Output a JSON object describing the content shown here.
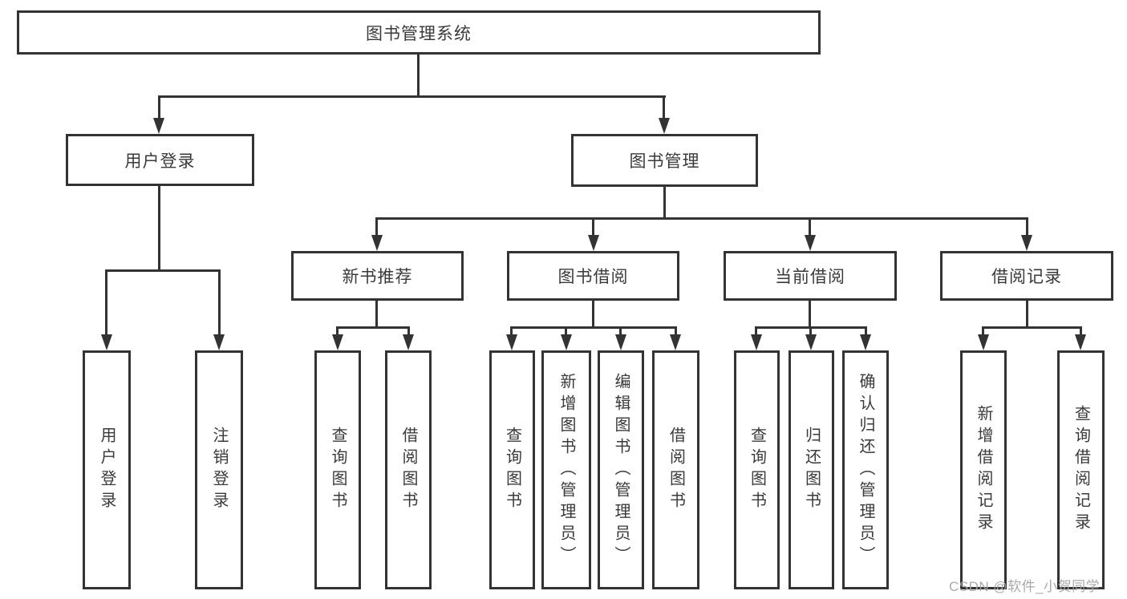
{
  "colors": {
    "line": "#333333",
    "text": "#3a3a3a",
    "watermark": "#a5a5a5"
  },
  "nodes": {
    "root": {
      "label": "图书管理系统"
    },
    "user_login": {
      "label": "用户登录"
    },
    "book_mgmt": {
      "label": "图书管理"
    },
    "new_book_rec": {
      "label": "新书推荐"
    },
    "book_borrow": {
      "label": "图书借阅"
    },
    "current_borrow": {
      "label": "当前借阅"
    },
    "borrow_records": {
      "label": "借阅记录"
    },
    "leaf_user_login": {
      "label": "用户登录"
    },
    "leaf_logout": {
      "label": "注销登录"
    },
    "leaf_query_book_1": {
      "label": "查询图书"
    },
    "leaf_borrow_book_1": {
      "label": "借阅图书"
    },
    "leaf_query_book_2": {
      "label": "查询图书"
    },
    "leaf_add_book": {
      "label": "新增图书（管理员）"
    },
    "leaf_edit_book": {
      "label": "编辑图书（管理员）"
    },
    "leaf_borrow_book_2": {
      "label": "借阅图书"
    },
    "leaf_query_book_3": {
      "label": "查询图书"
    },
    "leaf_return_book": {
      "label": "归还图书"
    },
    "leaf_confirm_return": {
      "label": "确认归还（管理员）"
    },
    "leaf_add_borrow_record": {
      "label": "新增借阅记录"
    },
    "leaf_query_borrow_record": {
      "label": "查询借阅记录"
    }
  },
  "watermark": "CSDN @软件_小贺同学"
}
